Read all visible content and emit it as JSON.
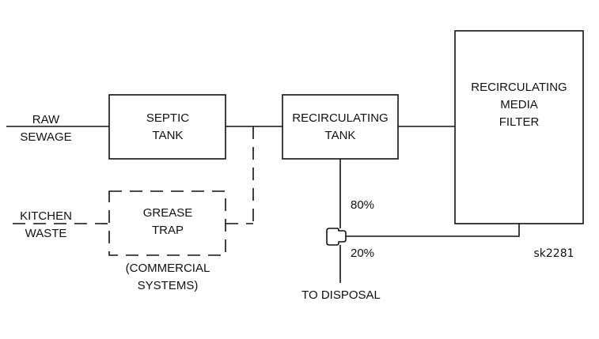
{
  "diagram": {
    "inputs": {
      "raw_sewage": [
        "RAW",
        "SEWAGE"
      ],
      "kitchen_waste": [
        "KITCHEN",
        "WASTE"
      ]
    },
    "nodes": {
      "septic_tank": [
        "SEPTIC",
        "TANK"
      ],
      "grease_trap": [
        "GREASE",
        "TRAP"
      ],
      "grease_trap_note": [
        "(COMMERCIAL",
        "SYSTEMS)"
      ],
      "recirculating_tank": [
        "RECIRCULATING",
        "TANK"
      ],
      "media_filter": [
        "RECIRCULATING",
        "MEDIA",
        "FILTER"
      ]
    },
    "splitter": {
      "recirculate_pct": "80%",
      "disposal_pct": "20%"
    },
    "outputs": {
      "disposal": "TO DISPOSAL"
    },
    "sketch_id": "sk2281",
    "edges": [
      {
        "from": "raw_sewage",
        "to": "septic_tank",
        "style": "solid"
      },
      {
        "from": "septic_tank",
        "to": "recirculating_tank",
        "style": "solid"
      },
      {
        "from": "kitchen_waste",
        "to": "grease_trap",
        "style": "dashed"
      },
      {
        "from": "grease_trap",
        "to": "recirculating_tank",
        "style": "dashed"
      },
      {
        "from": "recirculating_tank",
        "to": "media_filter",
        "style": "solid"
      },
      {
        "from": "recirculating_tank",
        "to": "splitter",
        "style": "solid",
        "label": "80%"
      },
      {
        "from": "media_filter",
        "to": "splitter",
        "style": "solid"
      },
      {
        "from": "splitter",
        "to": "disposal",
        "style": "solid",
        "label": "20%"
      }
    ]
  }
}
